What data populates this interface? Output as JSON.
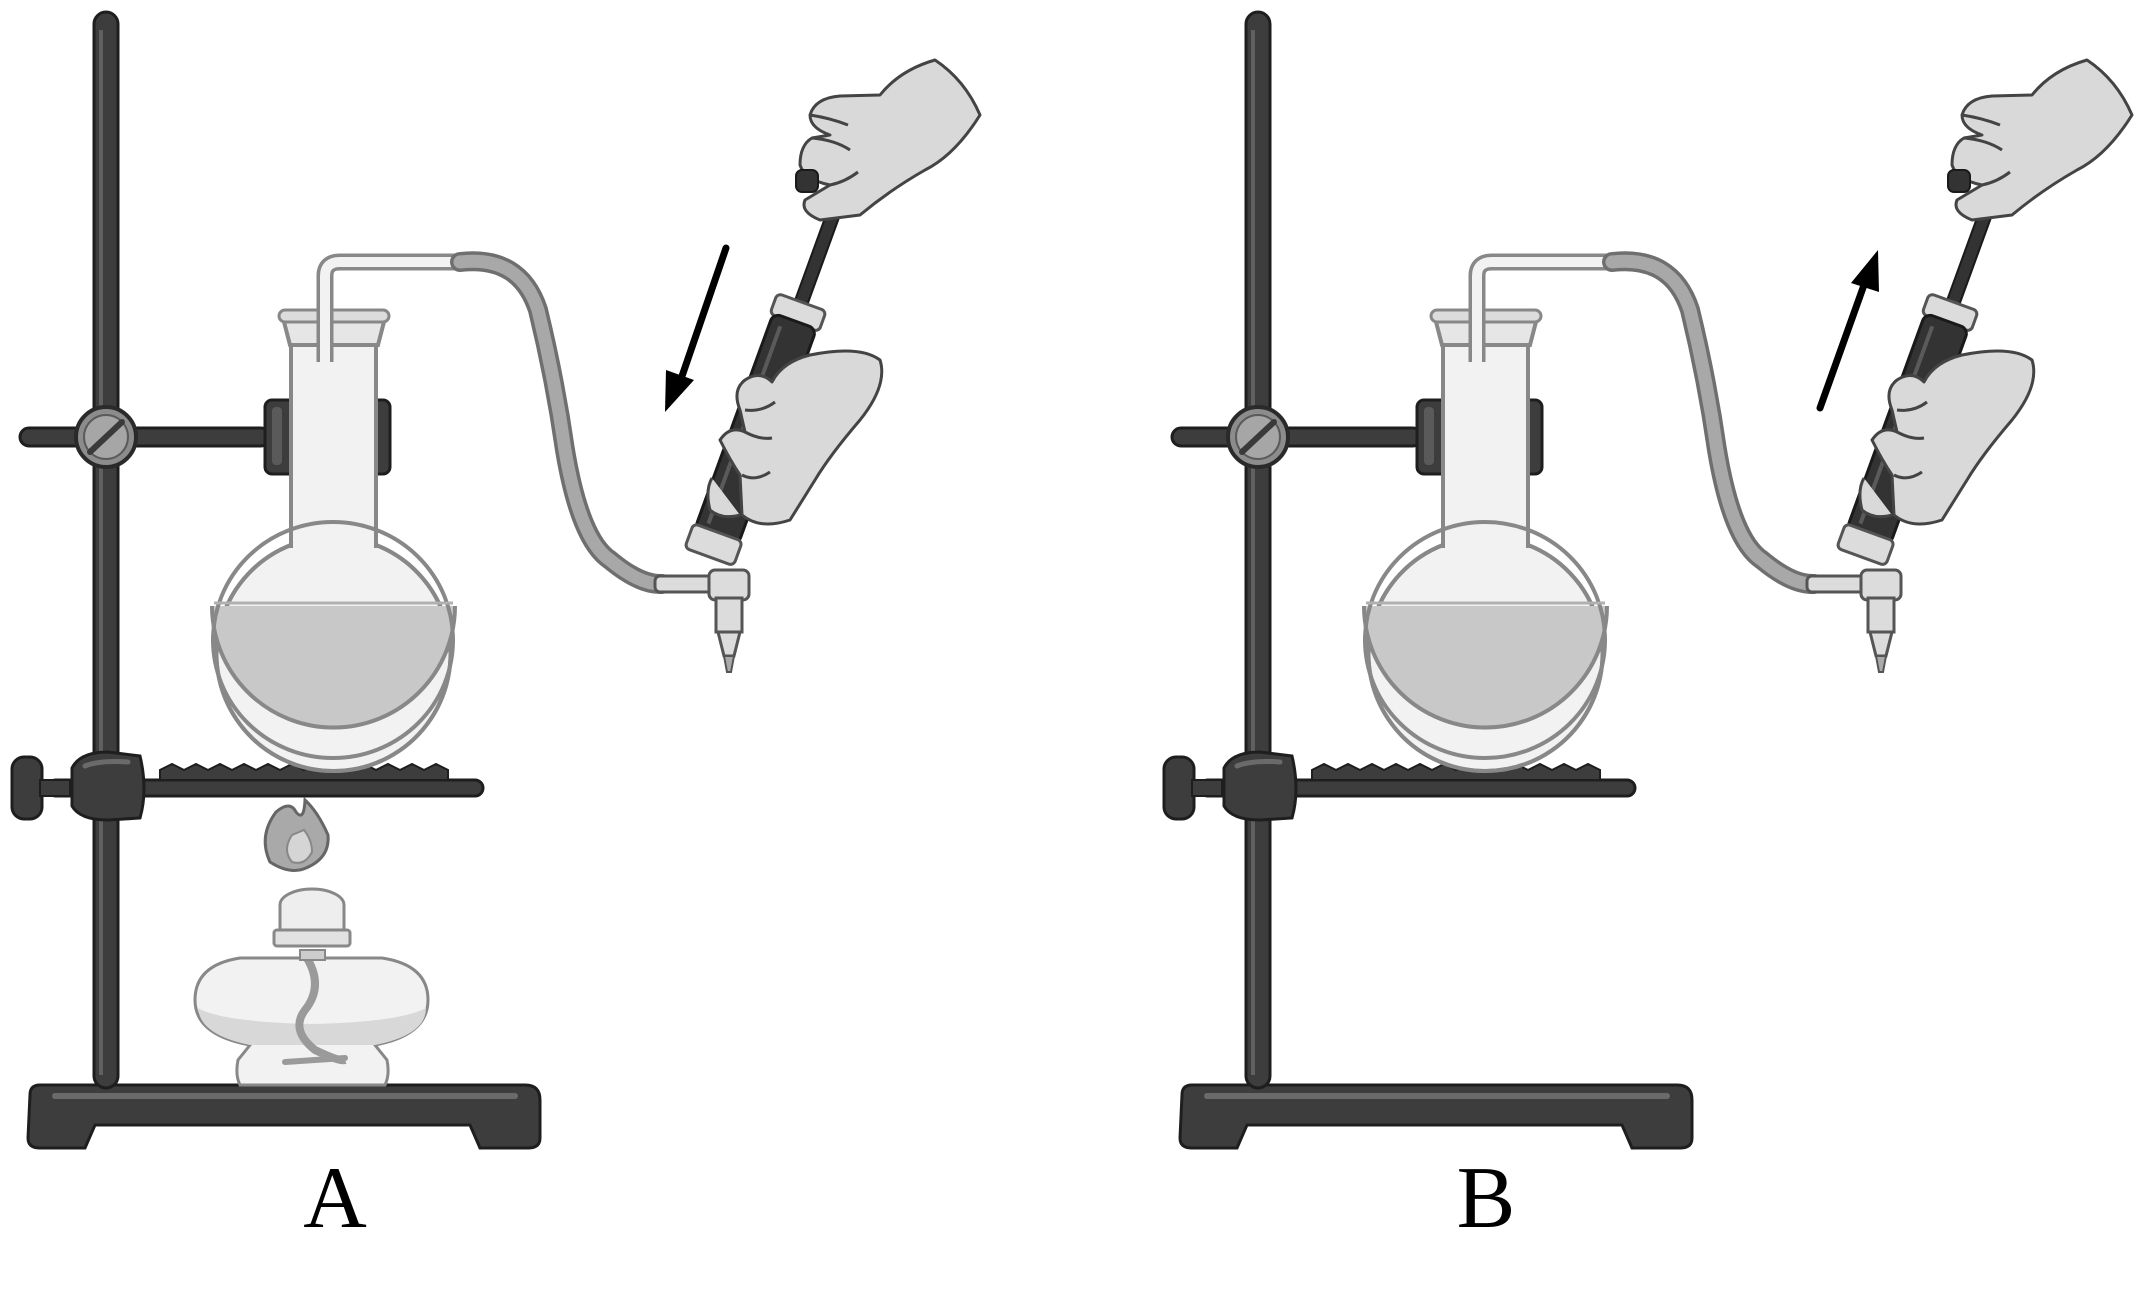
{
  "panels": [
    {
      "label": "A",
      "syringe_motion": "push-down",
      "burner_present": true
    },
    {
      "label": "B",
      "syringe_motion": "pull-up",
      "burner_present": false
    }
  ],
  "colors": {
    "stand_dark": "#3d3d3d",
    "liquid_gray": "#c8c8c8",
    "glass_light": "#efefef",
    "tube_gray": "#9a9a9a",
    "hand_light": "#d9d9d9",
    "syringe_dark": "#333333"
  }
}
